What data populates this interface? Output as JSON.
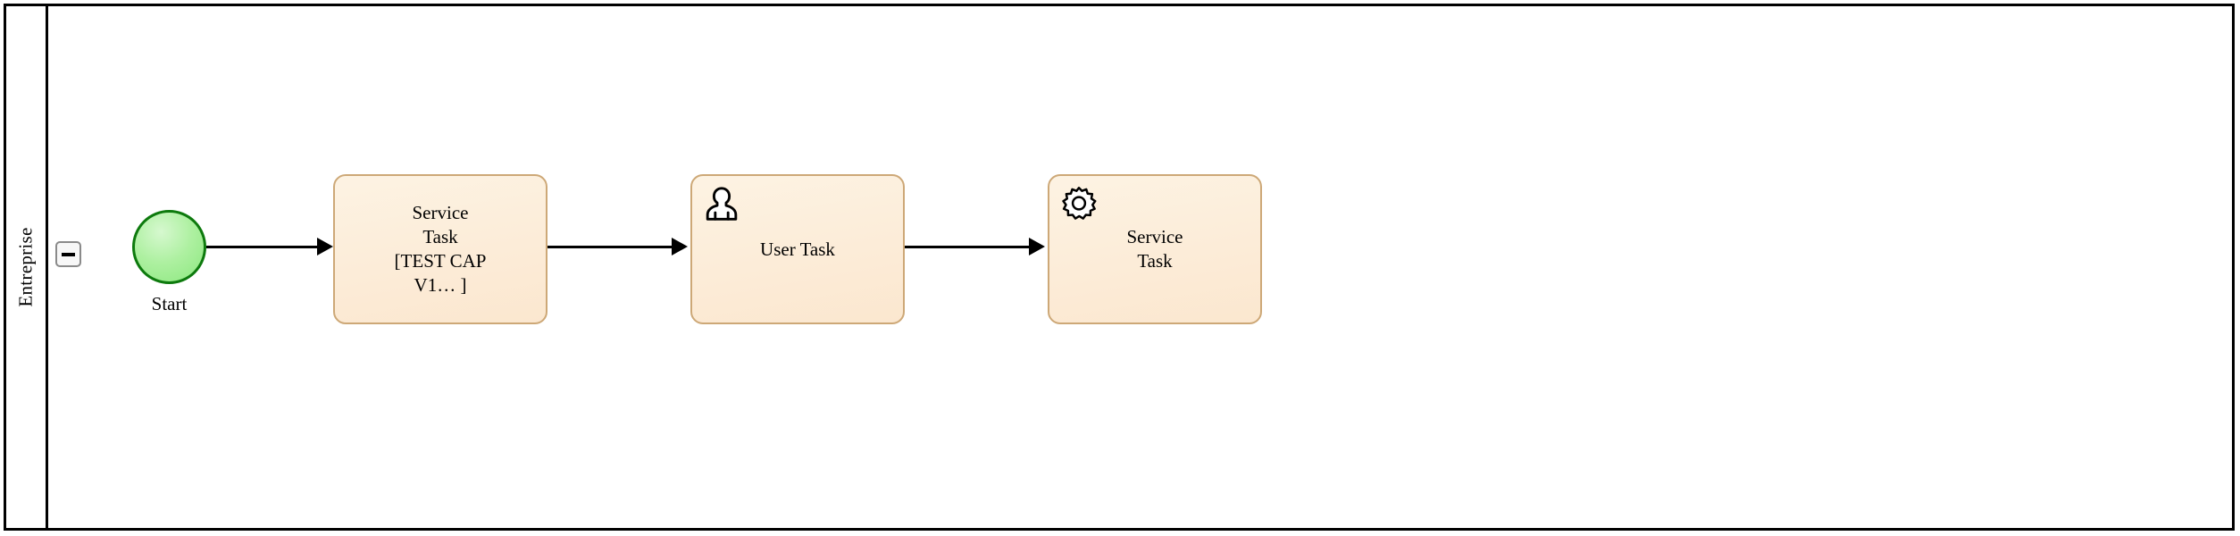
{
  "pool": {
    "lane_label": "Entreprise",
    "collapse_icon": "minus-icon",
    "border_color": "#000000"
  },
  "diagram": {
    "type": "bpmn-process",
    "background": "#ffffff"
  },
  "nodes": {
    "start_event": {
      "label": "Start",
      "shape": "circle",
      "fill": "#a6ef99",
      "stroke": "#0d7a0d"
    },
    "task_1": {
      "label": "Service\nTask\n[TEST CAP\nV1… ]",
      "type": "service-task",
      "icon": "none",
      "fill": "#fcecd8",
      "stroke": "#cda877"
    },
    "task_2": {
      "label": "User Task",
      "type": "user-task",
      "icon": "user-icon",
      "fill": "#fcecd8",
      "stroke": "#cda877"
    },
    "task_3": {
      "label": "Service\nTask",
      "type": "service-task",
      "icon": "gear-icon",
      "fill": "#fcecd8",
      "stroke": "#cda877"
    }
  },
  "flows": {
    "flow_1": "sequence-flow",
    "flow_2": "sequence-flow",
    "flow_3": "sequence-flow"
  }
}
